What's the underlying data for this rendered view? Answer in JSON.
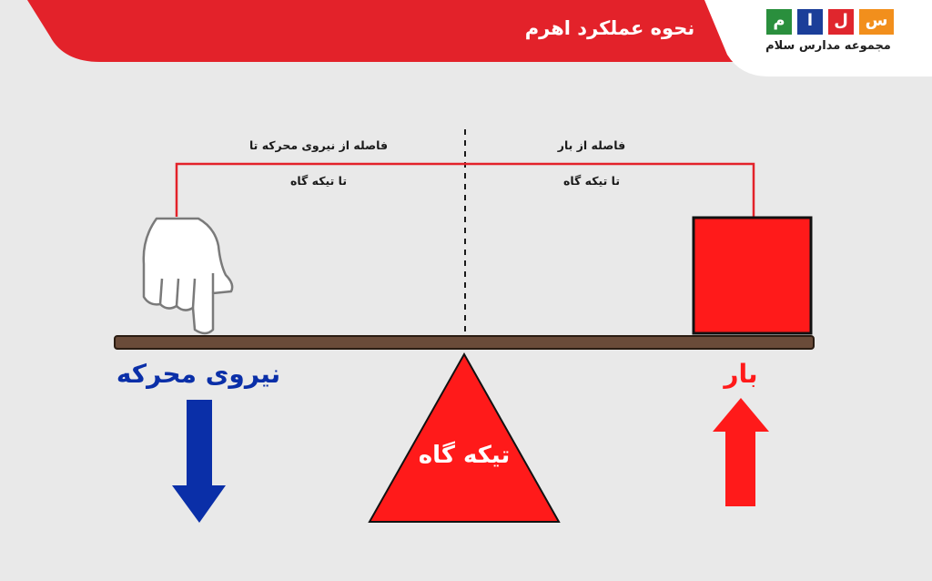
{
  "header": {
    "title": "نحوه عملکرد اهرم",
    "logo_letters": [
      "س",
      "ل",
      "ا",
      "م"
    ],
    "logo_name": "مجموعه مدارس سلام"
  },
  "diagram": {
    "distance_effort_line1": "فاصله از نیروی محرکه تا",
    "distance_effort_line2": "تا تیکه گاه",
    "distance_load_line1": "فاصله از بار",
    "distance_load_line2": "تا تیکه گاه",
    "effort_label": "نیروی محرکه",
    "load_label": "بار",
    "fulcrum_label": "تیکه گاه"
  },
  "colors": {
    "header_red": "#e3222a",
    "effort_blue": "#0a2fa8",
    "load_red": "#ff1a1a",
    "lever_brown": "#6a4b39",
    "background": "#e9e9e9",
    "logo_green": "#2a8f3d",
    "logo_blue": "#1b3e99",
    "logo_red": "#e0262d",
    "logo_orange": "#f28f1c"
  },
  "icons": [
    "hand-pointer-icon",
    "arrow-down-icon",
    "arrow-up-icon"
  ]
}
